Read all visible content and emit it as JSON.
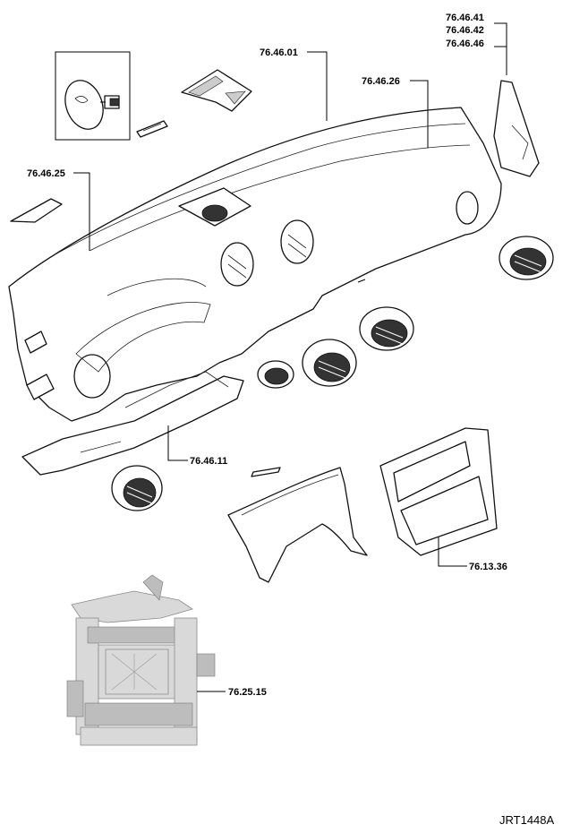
{
  "callouts": {
    "c1": "76.46.41",
    "c2": "76.46.42",
    "c3": "76.46.46",
    "c4": "76.46.01",
    "c5": "76.46.26",
    "c6": "76.46.25",
    "c7": "76.46.11",
    "c8": "76.13.36",
    "c9": "76.25.15"
  },
  "figure_ref": "JRT1448A"
}
